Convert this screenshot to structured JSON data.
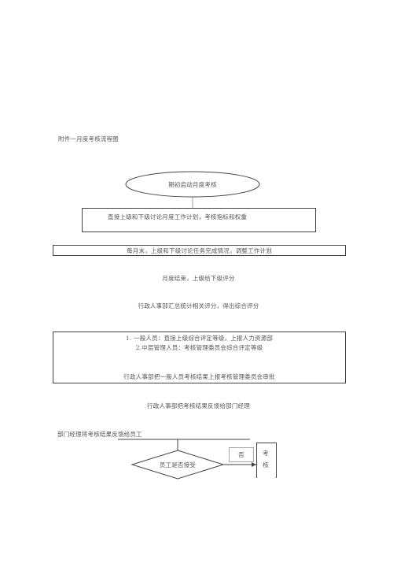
{
  "doc": {
    "caption": "附件一月度考核流程图",
    "start": "期初启动月度考核",
    "step1": "直接上级和下级讨论月度工作计划，考核指标和权重",
    "step2": "每月末，上级和下级讨论任务完成情况，调整工作计划",
    "step3": "月度结束，上级给下级评分",
    "step4": "行政人事部汇总统计相关评分，得出综合评分",
    "step5_line1": "1. 一般人员：直接上级综合评定等级，上报人力资源部",
    "step5_line2": "2.中层管理人员：考核管理委员会综合评定等级",
    "step5_line3": "行政人事部把一般人员考核结果上报考核管理委员会审批",
    "step6": "行政人事部把考核结果反馈给部门经理",
    "step7": "部门经理将考核结果反馈给员工",
    "decision": "员工是否接受",
    "no_label": "否",
    "side_box": "考核"
  }
}
